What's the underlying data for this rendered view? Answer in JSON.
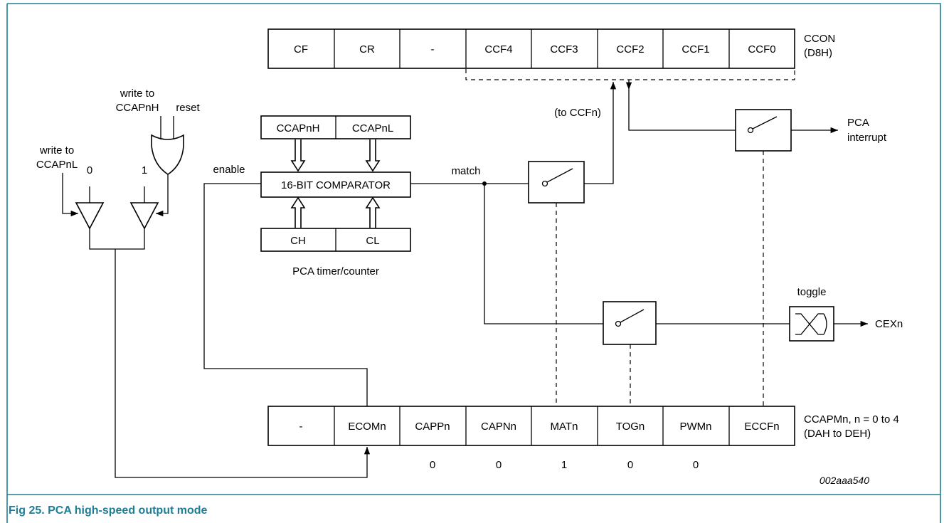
{
  "caption": "Fig 25. PCA high-speed output mode",
  "figure_ref": "002aaa540",
  "ccon": {
    "cells": [
      "CF",
      "CR",
      "-",
      "CCF4",
      "CCF3",
      "CCF2",
      "CCF1",
      "CCF0"
    ],
    "name": "CCON",
    "addr": "(D8H)"
  },
  "ccapm": {
    "cells": [
      "-",
      "ECOMn",
      "CAPPn",
      "CAPNn",
      "MATn",
      "TOGn",
      "PWMn",
      "ECCFn"
    ],
    "name": "CCAPMn, n = 0 to 4",
    "addr": "(DAH to DEH)",
    "bit_values": [
      "0",
      "0",
      "1",
      "0",
      "0"
    ]
  },
  "labels": {
    "write_ccapnh_1": "write to",
    "write_ccapnh_2": "CCAPnH",
    "reset": "reset",
    "write_ccapnl_1": "write to",
    "write_ccapnl_2": "CCAPnL",
    "zero": "0",
    "one": "1",
    "enable": "enable",
    "match": "match",
    "to_ccfn": "(to CCFn)",
    "pca_interrupt_1": "PCA",
    "pca_interrupt_2": "interrupt",
    "toggle": "toggle",
    "cexn": "CEXn",
    "ccapnh": "CCAPnH",
    "ccapnl": "CCAPnL",
    "comparator": "16-BIT COMPARATOR",
    "ch": "CH",
    "cl": "CL",
    "timer": "PCA timer/counter"
  }
}
